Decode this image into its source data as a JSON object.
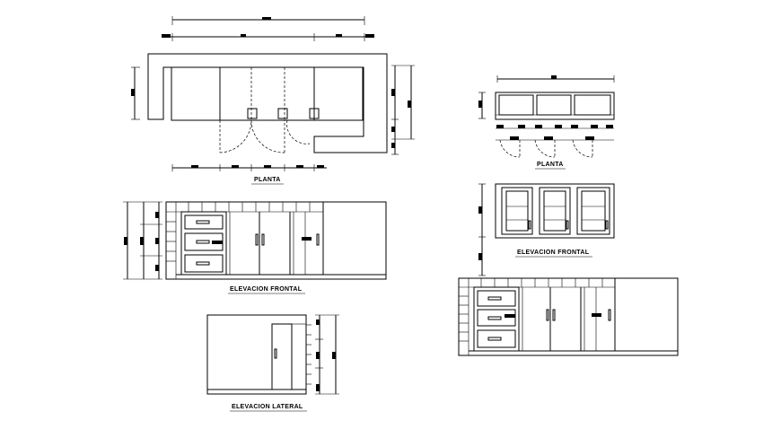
{
  "labels": {
    "planta_main": "PLANTA",
    "elevacion_frontal_main": "ELEVACION FRONTAL",
    "elevacion_lateral": "ELEVACION LATERAL",
    "planta_upper": "PLANTA",
    "elevacion_frontal_upper": "ELEVACION FRONTAL"
  }
}
